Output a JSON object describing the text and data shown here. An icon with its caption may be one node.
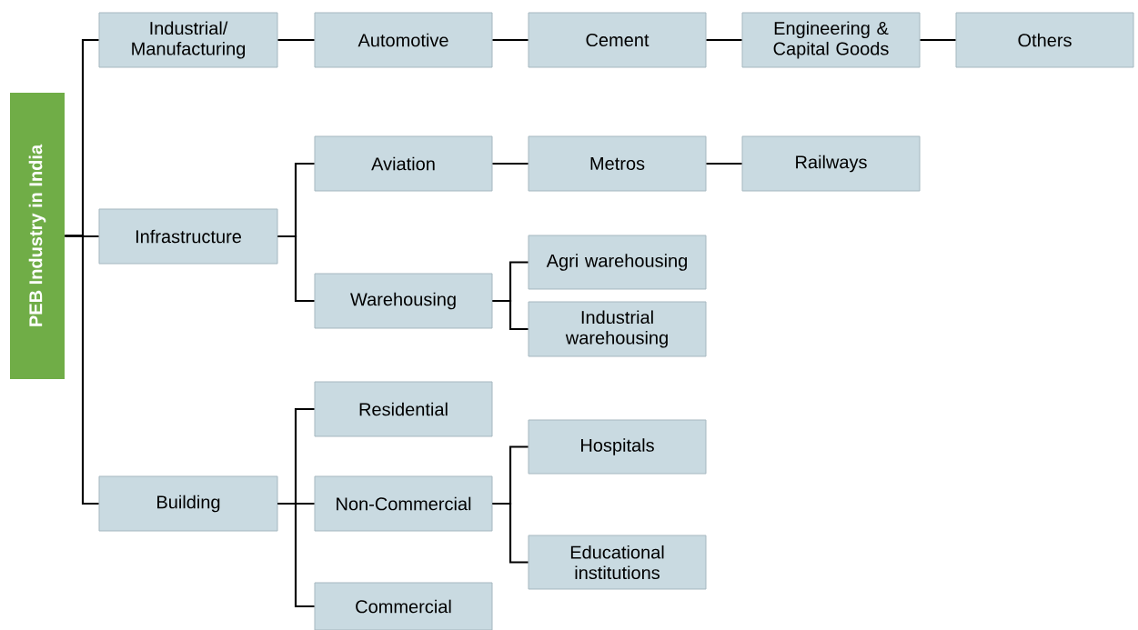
{
  "diagram": {
    "nodes": [
      {
        "text": [
          "PEB Industry in India"
        ]
      },
      {
        "text": [
          "Industrial/ Manufacturing"
        ]
      },
      {
        "text": [
          "Automotive"
        ]
      },
      {
        "text": [
          "Cement"
        ]
      },
      {
        "text": [
          "Engineering & Capital Goods"
        ]
      },
      {
        "text": [
          "Others"
        ]
      },
      {
        "text": [
          "Infrastructure"
        ]
      },
      {
        "text": [
          "Aviation"
        ]
      },
      {
        "text": [
          "Metros"
        ]
      },
      {
        "text": [
          "Railways"
        ]
      },
      {
        "text": [
          "Warehousing"
        ]
      },
      {
        "text": [
          "Agri warehousing"
        ]
      },
      {
        "text": [
          "Industrial warehousing"
        ]
      },
      {
        "text": [
          "Building"
        ]
      },
      {
        "text": [
          "Residential"
        ]
      },
      {
        "text": [
          "Non-Commercial"
        ]
      },
      {
        "text": [
          "Hospitals"
        ]
      },
      {
        "text": [
          "Educational institutions"
        ]
      },
      {
        "text": [
          "Commercial"
        ]
      }
    ],
    "edges": [
      {
        "from": 0,
        "to": 1,
        "arrow": "none"
      },
      {
        "from": 0,
        "to": 6,
        "arrow": "none"
      },
      {
        "from": 0,
        "to": 13,
        "arrow": "none"
      },
      {
        "from": 1,
        "to": 2,
        "arrow": "none"
      },
      {
        "from": 2,
        "to": 3,
        "arrow": "none"
      },
      {
        "from": 3,
        "to": 4,
        "arrow": "none"
      },
      {
        "from": 4,
        "to": 5,
        "arrow": "none"
      },
      {
        "from": 6,
        "to": 7,
        "arrow": "none"
      },
      {
        "from": 6,
        "to": 10,
        "arrow": "none"
      },
      {
        "from": 7,
        "to": 8,
        "arrow": "none"
      },
      {
        "from": 8,
        "to": 9,
        "arrow": "none"
      },
      {
        "from": 10,
        "to": 11,
        "arrow": "none"
      },
      {
        "from": 10,
        "to": 12,
        "arrow": "none"
      },
      {
        "from": 13,
        "to": 14,
        "arrow": "none"
      },
      {
        "from": 13,
        "to": 15,
        "arrow": "none"
      },
      {
        "from": 13,
        "to": 18,
        "arrow": "none"
      },
      {
        "from": 15,
        "to": 16,
        "arrow": "none"
      },
      {
        "from": 15,
        "to": 17,
        "arrow": "none"
      }
    ]
  }
}
